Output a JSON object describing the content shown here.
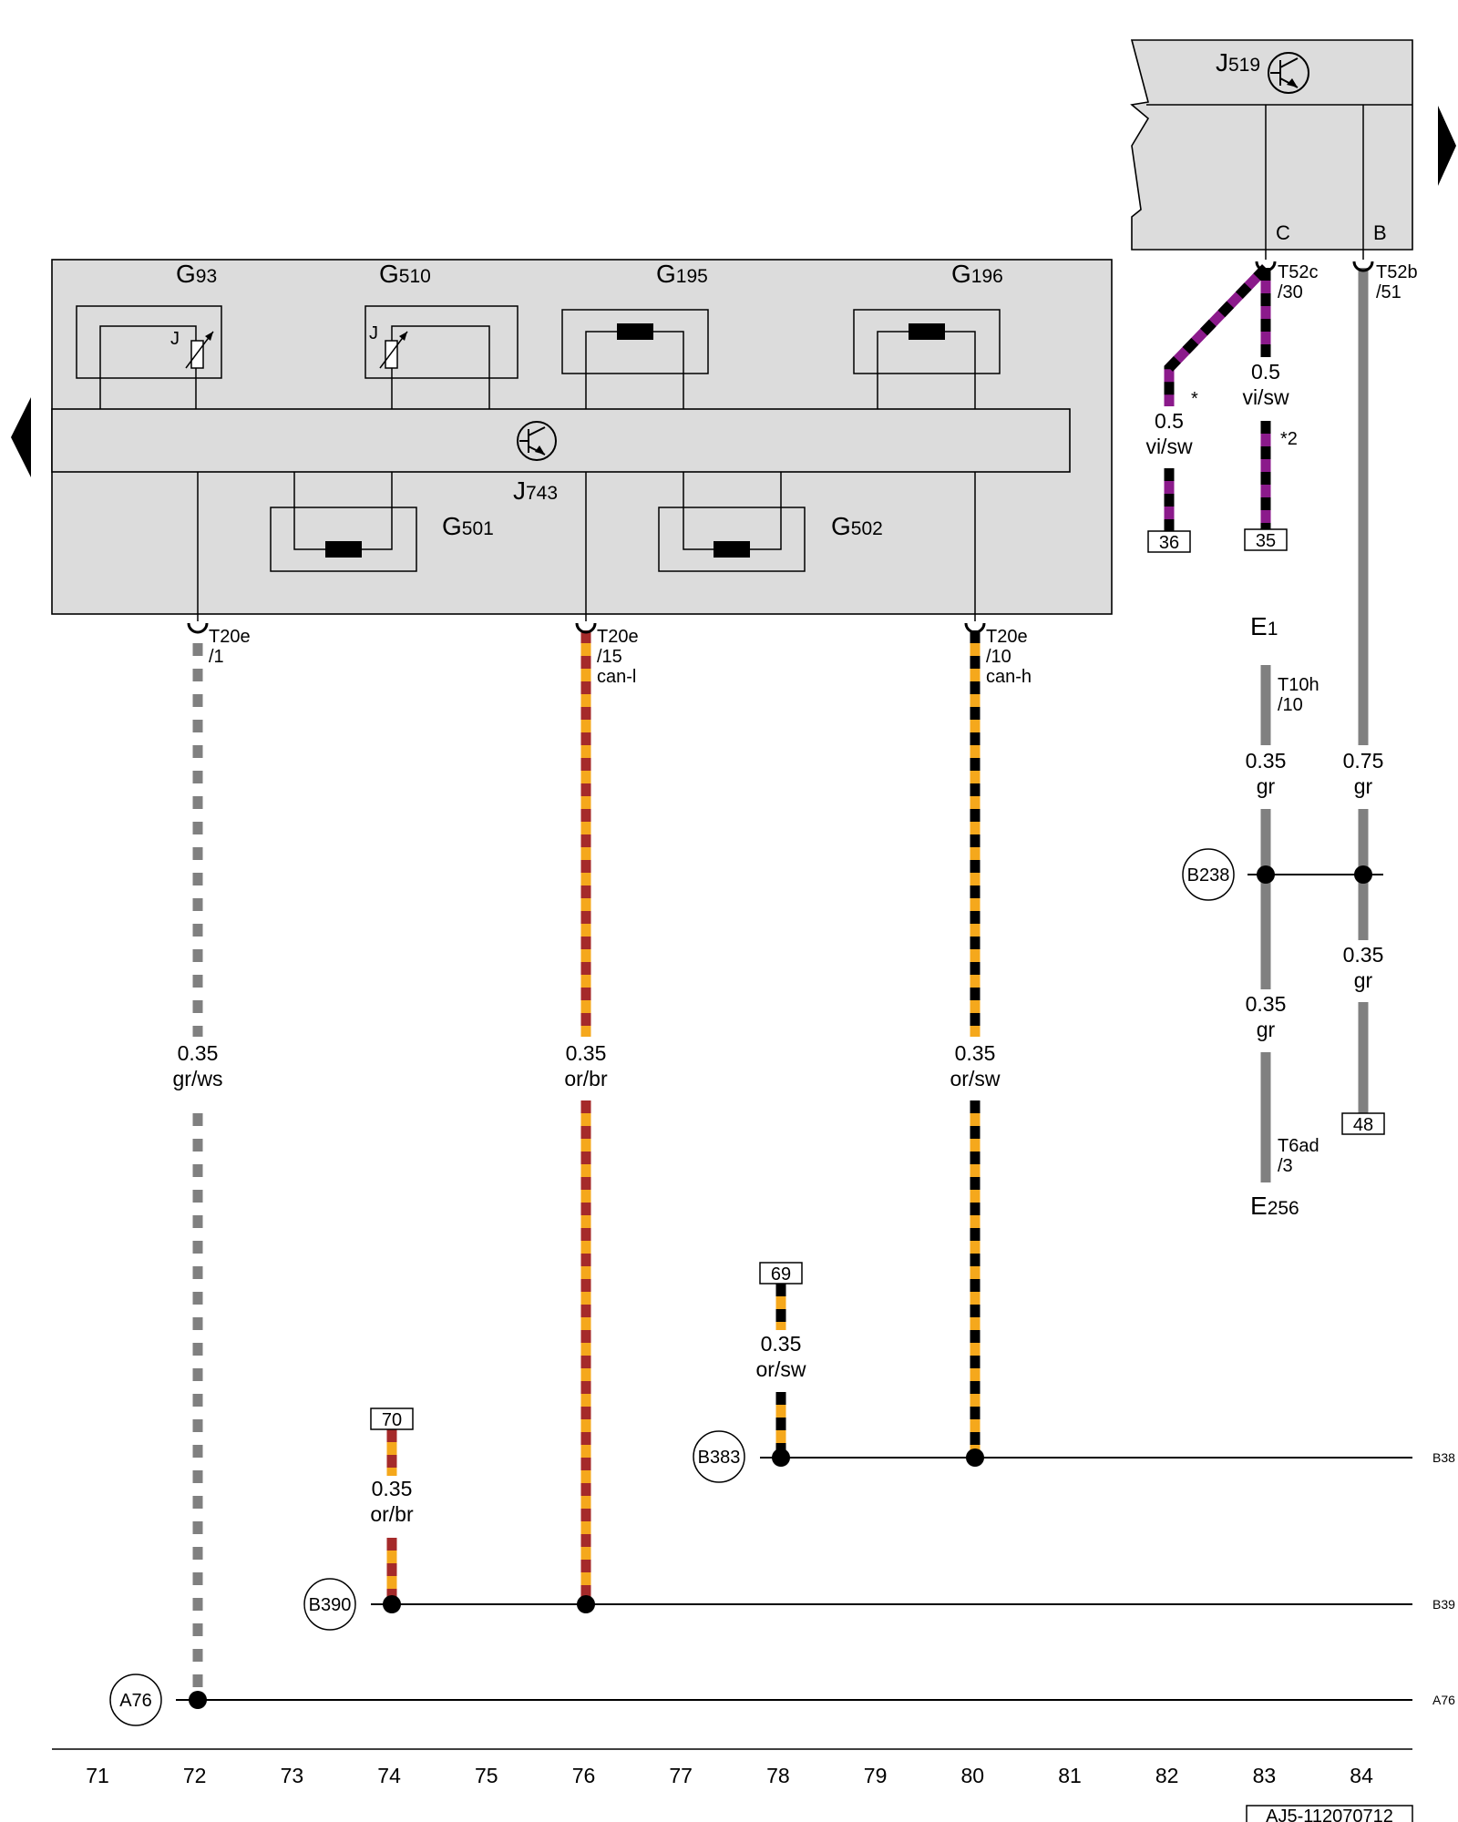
{
  "diagram_id": "AJ5-112070712",
  "components": {
    "J519": {
      "letter": "J",
      "sub": "519"
    },
    "J743": {
      "letter": "J",
      "sub": "743"
    },
    "G93": {
      "letter": "G",
      "sub": "93"
    },
    "G510": {
      "letter": "G",
      "sub": "510"
    },
    "G195": {
      "letter": "G",
      "sub": "195"
    },
    "G196": {
      "letter": "G",
      "sub": "196"
    },
    "G501": {
      "letter": "G",
      "sub": "501"
    },
    "G502": {
      "letter": "G",
      "sub": "502"
    },
    "E1": {
      "letter": "E",
      "sub": "1"
    },
    "E256": {
      "letter": "E",
      "sub": "256"
    }
  },
  "sensor_marks": {
    "g93": "J",
    "g510": "J"
  },
  "pins": {
    "j519_c": "C",
    "j519_b": "B",
    "t52c_a": "T52c",
    "t52c_b": "/30",
    "t52b_a": "T52b",
    "t52b_b": "/51",
    "t20e1_a": "T20e",
    "t20e1_b": "/1",
    "t20e15_a": "T20e",
    "t20e15_b": "/15",
    "t20e15_c": "can-l",
    "t20e10_a": "T20e",
    "t20e10_b": "/10",
    "t20e10_c": "can-h",
    "t10h_a": "T10h",
    "t10h_b": "/10",
    "t6ad_a": "T6ad",
    "t6ad_b": "/3"
  },
  "wires": {
    "w72": {
      "size": "0.35",
      "color": "gr/ws"
    },
    "w76": {
      "size": "0.35",
      "color": "or/br"
    },
    "w80": {
      "size": "0.35",
      "color": "or/sw"
    },
    "w74": {
      "size": "0.35",
      "color": "or/br"
    },
    "w78": {
      "size": "0.35",
      "color": "or/sw"
    },
    "w82": {
      "size": "0.5",
      "color": "vi/sw"
    },
    "w83": {
      "size": "0.5",
      "color": "vi/sw"
    },
    "w83a": {
      "size": "0.35",
      "color": "gr"
    },
    "w83b": {
      "size": "0.35",
      "color": "gr"
    },
    "w84a": {
      "size": "0.75",
      "color": "gr"
    },
    "w84b": {
      "size": "0.35",
      "color": "gr"
    }
  },
  "footnotes": {
    "w82": "*",
    "w83": "*2"
  },
  "ref_boxes": {
    "r36": "36",
    "r35": "35",
    "r48": "48",
    "r69": "69",
    "r70": "70"
  },
  "connections": {
    "B238": "B238",
    "B383": "B383",
    "B390": "B390",
    "A76": "A76"
  },
  "edge_labels": {
    "b383": "B38",
    "b390": "B39",
    "a76": "A76"
  },
  "grid": [
    "71",
    "72",
    "73",
    "74",
    "75",
    "76",
    "77",
    "78",
    "79",
    "80",
    "81",
    "82",
    "83",
    "84"
  ],
  "wire_colors": {
    "gr": "#808080",
    "ws": "#ffffff",
    "or": "#f5a81c",
    "br": "#a52a2a",
    "sw": "#000000",
    "vi": "#8b1a8b"
  },
  "box_fill": "#dcdcdc"
}
